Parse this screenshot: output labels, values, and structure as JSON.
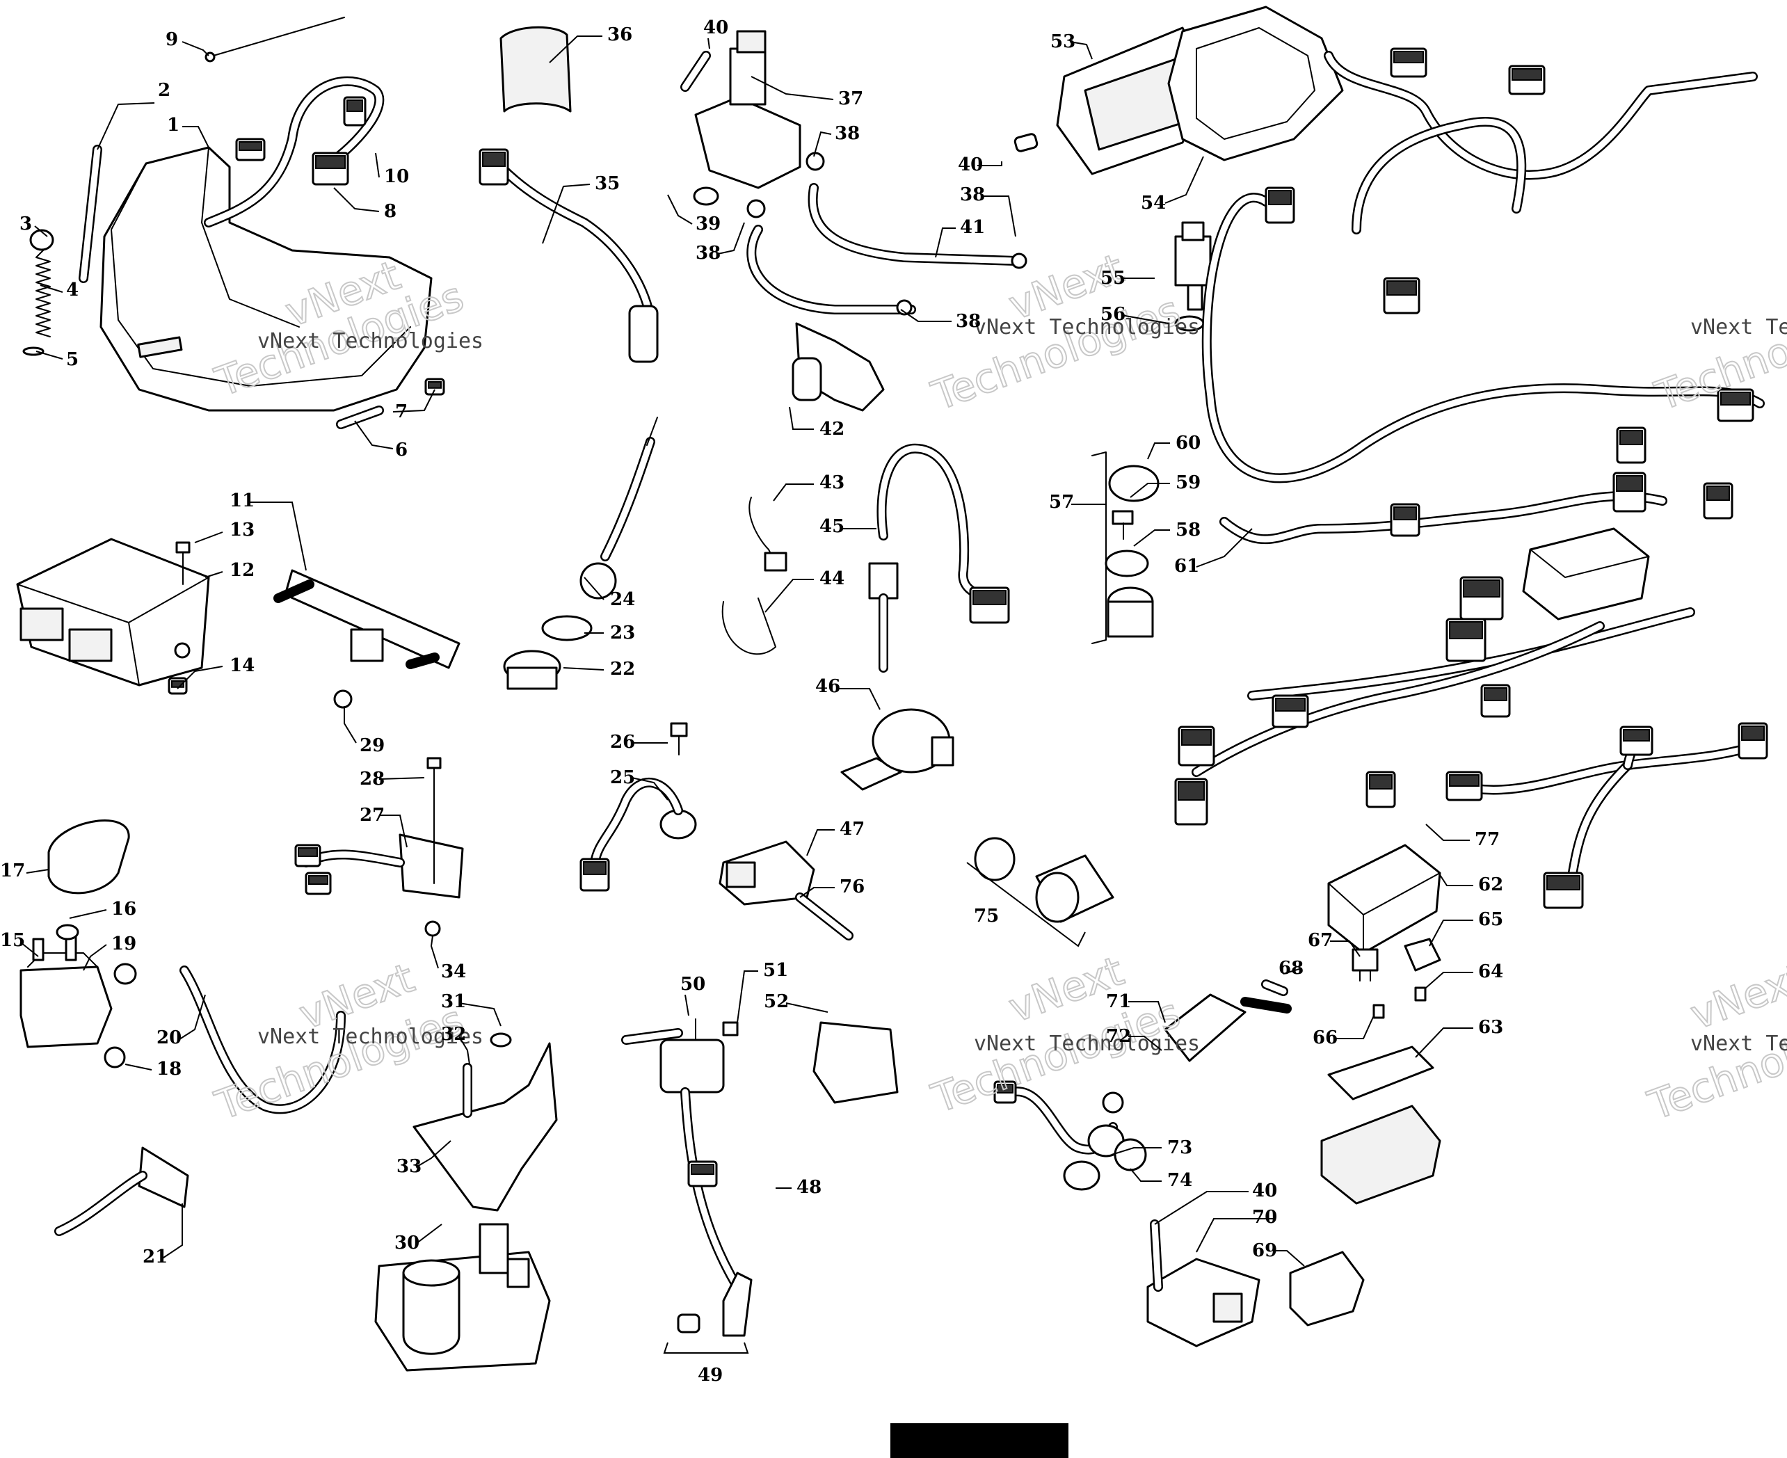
{
  "watermark": {
    "small_text": "vNext Technologies",
    "big_line1": "vNext",
    "big_line2": "Technologies"
  },
  "callouts": [
    {
      "id": "c1",
      "label": "1"
    },
    {
      "id": "c2",
      "label": "2"
    },
    {
      "id": "c3",
      "label": "3"
    },
    {
      "id": "c4",
      "label": "4"
    },
    {
      "id": "c5",
      "label": "5"
    },
    {
      "id": "c6",
      "label": "6"
    },
    {
      "id": "c7",
      "label": "7"
    },
    {
      "id": "c8",
      "label": "8"
    },
    {
      "id": "c9",
      "label": "9"
    },
    {
      "id": "c10",
      "label": "10"
    },
    {
      "id": "c11",
      "label": "11"
    },
    {
      "id": "c12",
      "label": "12"
    },
    {
      "id": "c13",
      "label": "13"
    },
    {
      "id": "c14",
      "label": "14"
    },
    {
      "id": "c15",
      "label": "15"
    },
    {
      "id": "c16",
      "label": "16"
    },
    {
      "id": "c17",
      "label": "17"
    },
    {
      "id": "c18",
      "label": "18"
    },
    {
      "id": "c19",
      "label": "19"
    },
    {
      "id": "c20",
      "label": "20"
    },
    {
      "id": "c21",
      "label": "21"
    },
    {
      "id": "c22",
      "label": "22"
    },
    {
      "id": "c23",
      "label": "23"
    },
    {
      "id": "c24",
      "label": "24"
    },
    {
      "id": "c25",
      "label": "25"
    },
    {
      "id": "c26",
      "label": "26"
    },
    {
      "id": "c27",
      "label": "27"
    },
    {
      "id": "c28",
      "label": "28"
    },
    {
      "id": "c29",
      "label": "29"
    },
    {
      "id": "c30",
      "label": "30"
    },
    {
      "id": "c31",
      "label": "31"
    },
    {
      "id": "c32",
      "label": "32"
    },
    {
      "id": "c33",
      "label": "33"
    },
    {
      "id": "c34",
      "label": "34"
    },
    {
      "id": "c35",
      "label": "35"
    },
    {
      "id": "c36",
      "label": "36"
    },
    {
      "id": "c37",
      "label": "37"
    },
    {
      "id": "c38a",
      "label": "38"
    },
    {
      "id": "c38b",
      "label": "38"
    },
    {
      "id": "c38c",
      "label": "38"
    },
    {
      "id": "c38d",
      "label": "38"
    },
    {
      "id": "c39",
      "label": "39"
    },
    {
      "id": "c40a",
      "label": "40"
    },
    {
      "id": "c40b",
      "label": "40"
    },
    {
      "id": "c40c",
      "label": "40"
    },
    {
      "id": "c41",
      "label": "41"
    },
    {
      "id": "c42",
      "label": "42"
    },
    {
      "id": "c43",
      "label": "43"
    },
    {
      "id": "c44",
      "label": "44"
    },
    {
      "id": "c45",
      "label": "45"
    },
    {
      "id": "c46",
      "label": "46"
    },
    {
      "id": "c47",
      "label": "47"
    },
    {
      "id": "c48",
      "label": "48"
    },
    {
      "id": "c49",
      "label": "49"
    },
    {
      "id": "c50",
      "label": "50"
    },
    {
      "id": "c51",
      "label": "51"
    },
    {
      "id": "c52",
      "label": "52"
    },
    {
      "id": "c53",
      "label": "53"
    },
    {
      "id": "c54",
      "label": "54"
    },
    {
      "id": "c55",
      "label": "55"
    },
    {
      "id": "c56",
      "label": "56"
    },
    {
      "id": "c57",
      "label": "57"
    },
    {
      "id": "c58",
      "label": "58"
    },
    {
      "id": "c59",
      "label": "59"
    },
    {
      "id": "c60",
      "label": "60"
    },
    {
      "id": "c61",
      "label": "61"
    },
    {
      "id": "c62",
      "label": "62"
    },
    {
      "id": "c63",
      "label": "63"
    },
    {
      "id": "c64",
      "label": "64"
    },
    {
      "id": "c65",
      "label": "65"
    },
    {
      "id": "c66",
      "label": "66"
    },
    {
      "id": "c67",
      "label": "67"
    },
    {
      "id": "c68",
      "label": "68"
    },
    {
      "id": "c69",
      "label": "69"
    },
    {
      "id": "c70",
      "label": "70"
    },
    {
      "id": "c71",
      "label": "71"
    },
    {
      "id": "c72",
      "label": "72"
    },
    {
      "id": "c73",
      "label": "73"
    },
    {
      "id": "c74",
      "label": "74"
    },
    {
      "id": "c75",
      "label": "75"
    },
    {
      "id": "c76",
      "label": "76"
    },
    {
      "id": "c77",
      "label": "77"
    }
  ]
}
